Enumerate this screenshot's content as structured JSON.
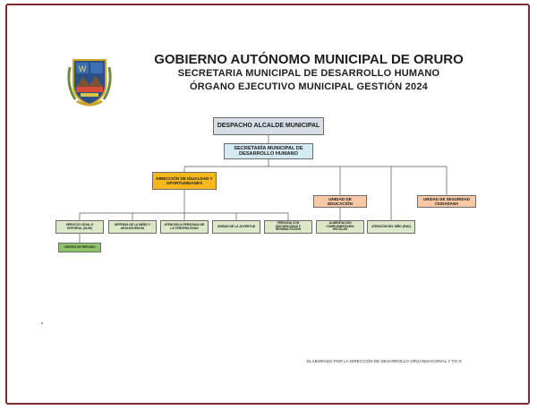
{
  "header": {
    "title": "GOBIERNO AUTÓNOMO MUNICIPAL DE ORURO",
    "subtitle_1": "SECRETARIA MUNICIPAL DE DESARROLLO HUMANO",
    "subtitle_2": "ÓRGANO EJECUTIVO MUNICIPAL GESTIÓN 2024"
  },
  "logo": {
    "icon": "municipal-coat-of-arms-icon"
  },
  "org": {
    "despacho": "DESPACHO ALCALDE MUNICIPAL",
    "secretaria": "SECRETARÍA MUNICIPAL DE DESARROLLO HUMANO",
    "direccion_igualdad": "DIRECCIÓN DE IGUALDAD Y OPORTUNIDADES",
    "unidad_educacion": "UNIDAD DE EDUCACIÓN",
    "unidad_seguridad": "UNIDAD DE SEGURIDAD CIUDADANA",
    "slim": "SERVICIO LEGAL E INTEGRAL (SLIM)",
    "defensa": "DEFENSA DE LA NIÑEZ Y ADOLESCENCIA",
    "tercera_edad": "ATENCIÓN A PERSONAS DE LA TERCERA EDAD",
    "juventud": "UNIDAD DE LA JUVENTUD",
    "discapacidad": "PERSONA CON DISCAPACIDAD Y REHABILITACIÓN",
    "alimentacion": "ALIMENTACIÓN COMPLEMENTARIA ESCOLAR",
    "atencion_nino": "ATENCIÓN DEL NIÑO (PAN)",
    "centro_refugio": "CENTRO DE REFUGIO"
  },
  "footer": "ELABORADO POR LA DIRECCIÓN DE DESARROLLO ORGANIZACIONAL Y TIC'S",
  "colors": {
    "frame": "#7b2a32",
    "despacho": "#d9dee6",
    "secretaria": "#d4ebf3",
    "direccion": "#f7b81c",
    "unidad": "#f9c9a7",
    "leaf": "#dde8c8",
    "refugio": "#8fc46a"
  }
}
